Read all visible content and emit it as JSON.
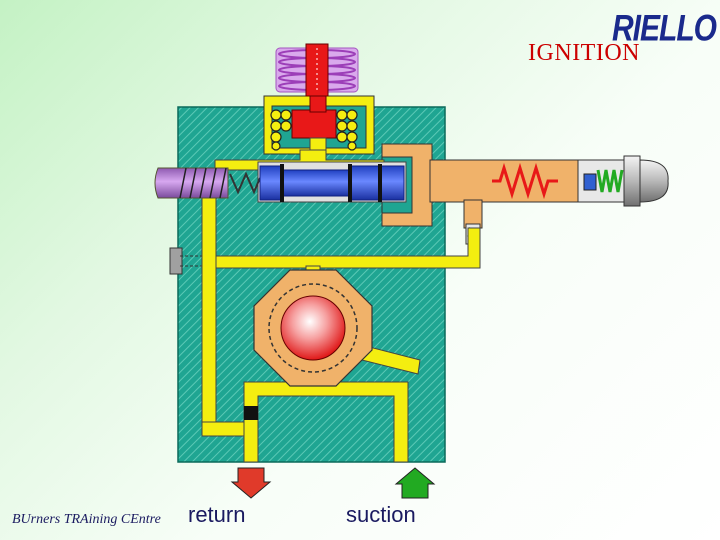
{
  "title": "IGNITION",
  "logo": {
    "text": "RIELLO",
    "color": "#1a2a8c"
  },
  "footer": {
    "training_centre": "BUrners TRAining CEntre"
  },
  "labels": {
    "return": "return",
    "suction": "suction"
  },
  "colors": {
    "body_teal": "#1fa592",
    "oil_yellow": "#f4ee10",
    "housing_tan": "#f0b26a",
    "solenoid_coil": "#c77ad0",
    "valve_red": "#e81818",
    "piston_blue": "#3050d0",
    "return_arrow": "#e03a2a",
    "suction_arrow": "#22aa22"
  }
}
